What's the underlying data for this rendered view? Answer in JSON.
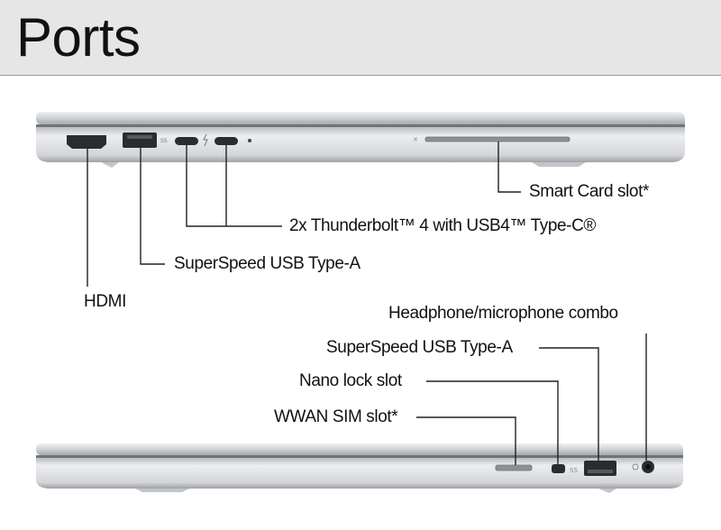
{
  "header": {
    "title": "Ports"
  },
  "left_side_labels": {
    "smart_card": "Smart Card slot*",
    "thunderbolt": "2x Thunderbolt™ 4 with USB4™ Type-C®",
    "usb_a": "SuperSpeed USB Type-A",
    "hdmi": "HDMI"
  },
  "right_side_labels": {
    "headphone": "Headphone/microphone combo",
    "usb_a": "SuperSpeed USB Type-A",
    "nano_lock": "Nano lock slot",
    "wwan_sim": "WWAN SIM slot*"
  },
  "colors": {
    "chassis": "#d4d6d9",
    "chassis_dark": "#a9acb0",
    "leader": "#222222",
    "header_bg": "#e6e6e6"
  }
}
